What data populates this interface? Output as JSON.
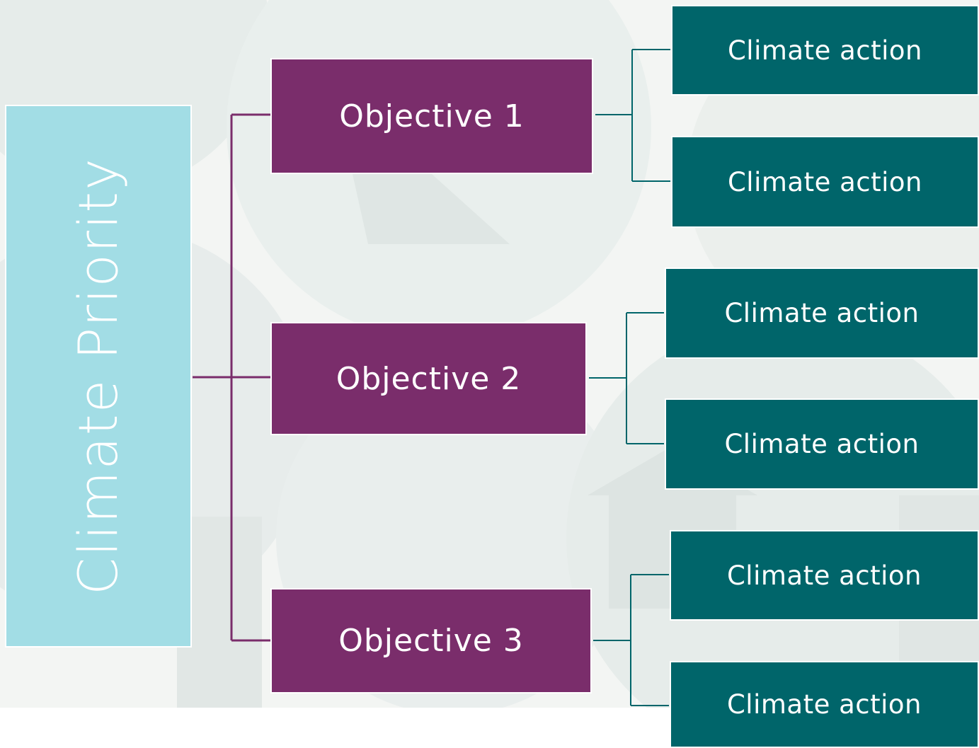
{
  "colors": {
    "priority_fill": "#a2dde5",
    "objective_fill": "#7a2d6b",
    "action_fill": "#00656a",
    "priority_connector": "#7a2d6b",
    "action_connector": "#00656a"
  },
  "diagram": {
    "priority": {
      "label": "Climate Priority"
    },
    "objectives": [
      {
        "label": "Objective 1",
        "actions": [
          {
            "label": "Climate action"
          },
          {
            "label": "Climate action"
          }
        ]
      },
      {
        "label": "Objective 2",
        "actions": [
          {
            "label": "Climate action"
          },
          {
            "label": "Climate action"
          }
        ]
      },
      {
        "label": "Objective 3",
        "actions": [
          {
            "label": "Climate action"
          },
          {
            "label": "Climate action"
          }
        ]
      }
    ]
  }
}
